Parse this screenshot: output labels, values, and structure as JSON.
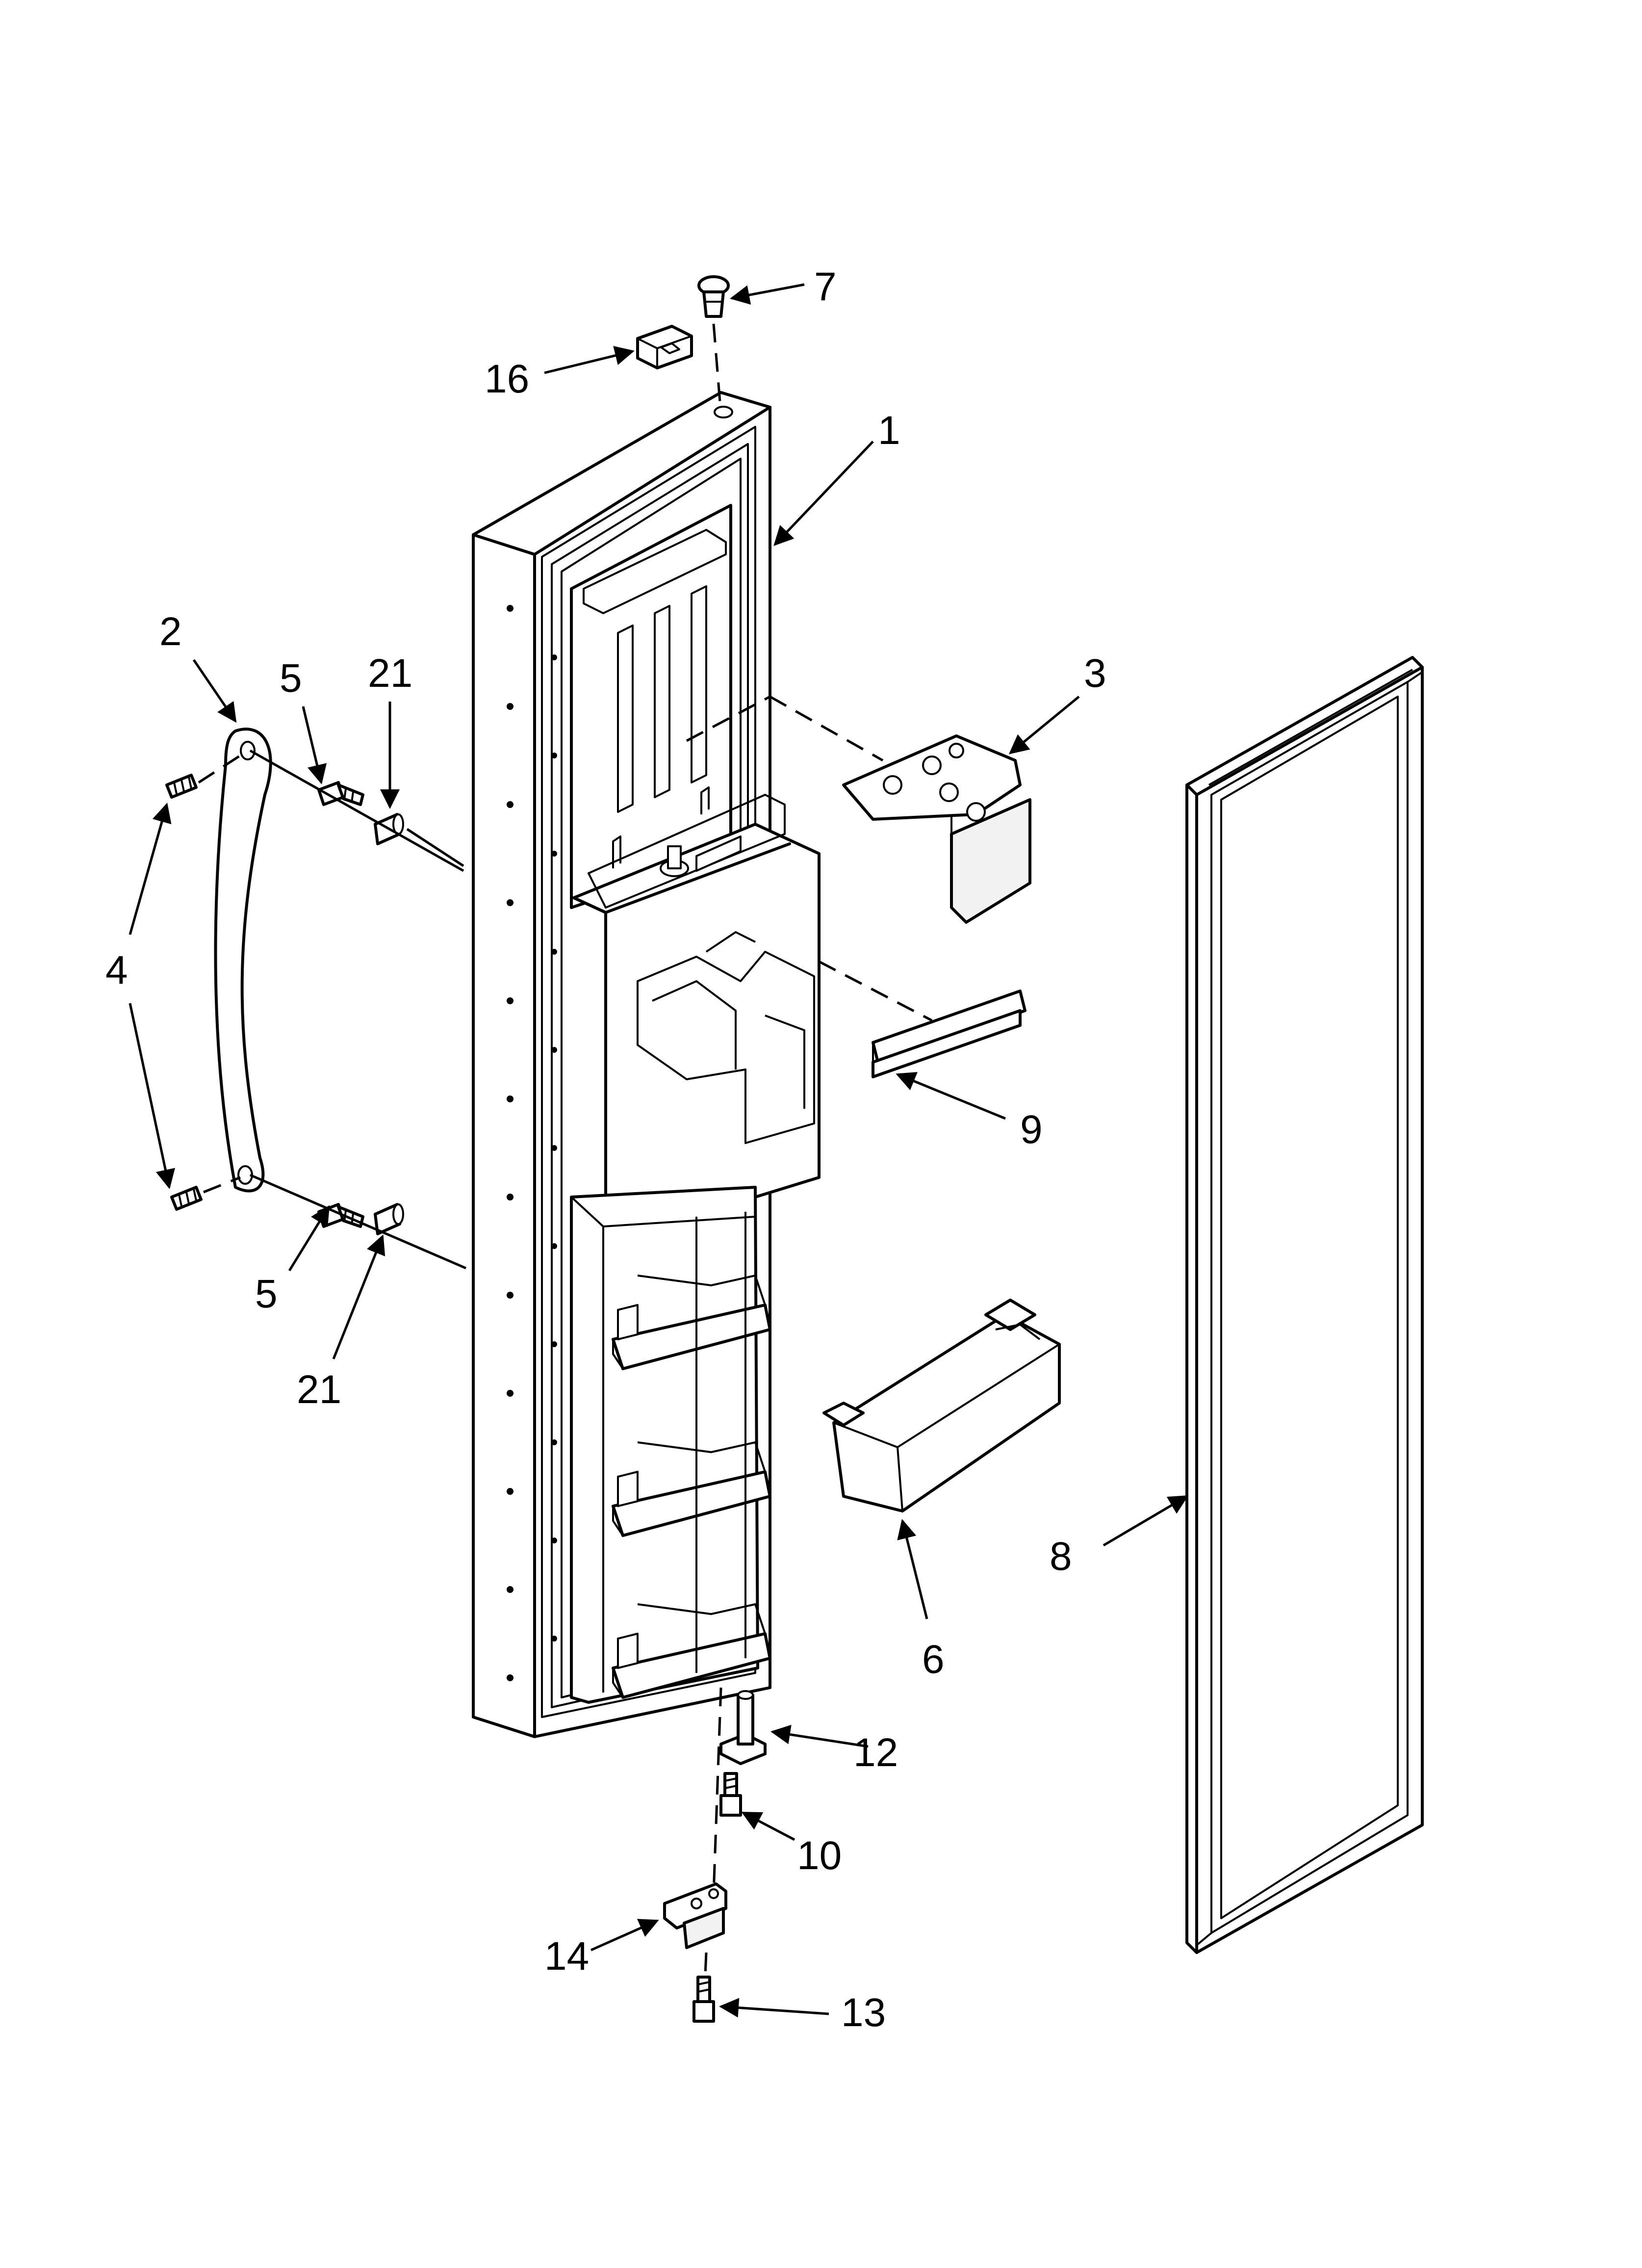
{
  "diagram": {
    "labels": {
      "l1": "1",
      "l2": "2",
      "l3": "3",
      "l4": "4",
      "l5a": "5",
      "l5b": "5",
      "l6": "6",
      "l7": "7",
      "l8": "8",
      "l9": "9",
      "l10": "10",
      "l12": "12",
      "l13": "13",
      "l14": "14",
      "l16": "16",
      "l21a": "21",
      "l21b": "21"
    }
  }
}
